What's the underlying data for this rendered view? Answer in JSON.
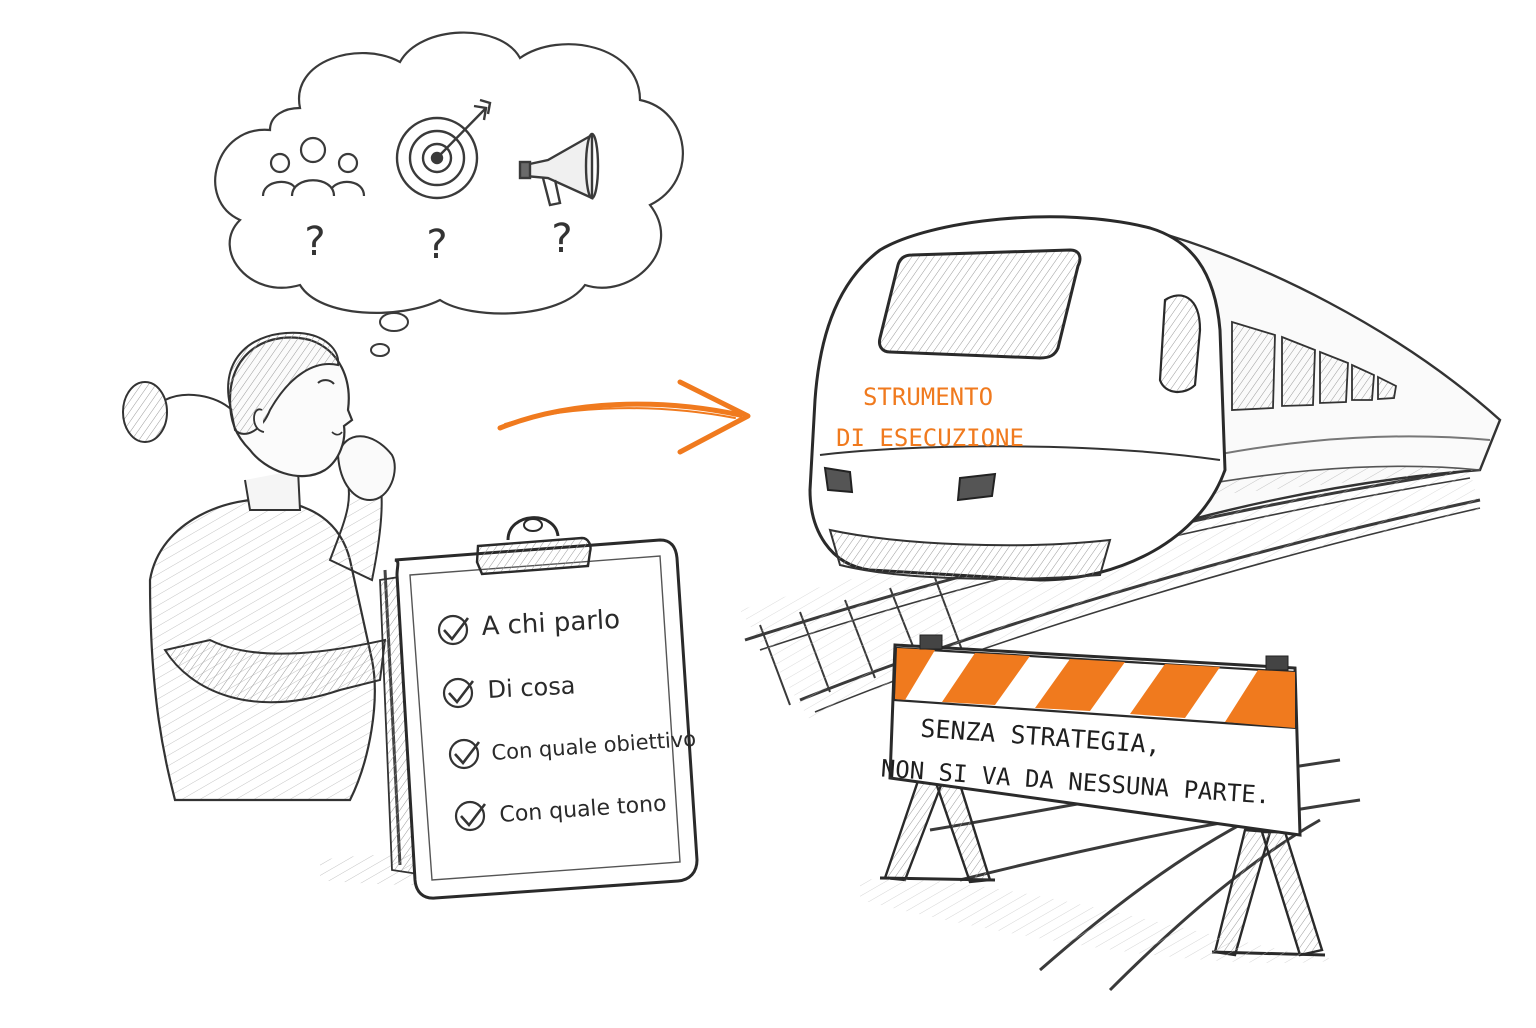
{
  "thought_bubble": {
    "icons": [
      "people-icon",
      "target-icon",
      "megaphone-icon"
    ],
    "question_mark": "?"
  },
  "clipboard": {
    "items": [
      "A chi parlo",
      "Di cosa",
      "Con quale obiettivo",
      "Con quale tono"
    ]
  },
  "train": {
    "label_line1": "STRUMENTO",
    "label_line2": "DI ESECUZIONE"
  },
  "barrier": {
    "line1": "SENZA STRATEGIA,",
    "line2": "NON SI VA DA NESSUNA PARTE."
  },
  "colors": {
    "accent": "#F07A1E",
    "ink": "#2b2b2b",
    "shade": "#8a8a8a"
  }
}
